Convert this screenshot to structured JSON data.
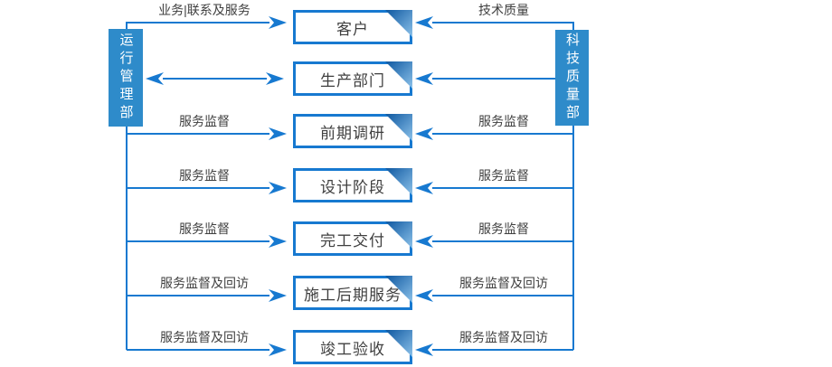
{
  "diagram": {
    "left_department": "运行管理部",
    "right_department": "科技质量部",
    "stages": [
      {
        "label": "客户",
        "left_label": "业务|联系及服务",
        "right_label": "技术质量"
      },
      {
        "label": "生产部门",
        "left_label": "",
        "right_label": ""
      },
      {
        "label": "前期调研",
        "left_label": "服务监督",
        "right_label": "服务监督"
      },
      {
        "label": "设计阶段",
        "left_label": "服务监督",
        "right_label": "服务监督"
      },
      {
        "label": "完工交付",
        "left_label": "服务监督",
        "right_label": "服务监督"
      },
      {
        "label": "施工后期服务",
        "left_label": "服务监督及回访",
        "right_label": "服务监督及回访"
      },
      {
        "label": "竣工验收",
        "left_label": "服务监督及回访",
        "right_label": "服务监督及回访"
      }
    ],
    "colors": {
      "line_blue": "#1779d0",
      "bar_blue": "#2e8bca",
      "fold_dark": "#0d57a0",
      "fold_light": "#8cc2ea",
      "text_dark": "#3f3f3f",
      "background": "#ffffff"
    }
  }
}
